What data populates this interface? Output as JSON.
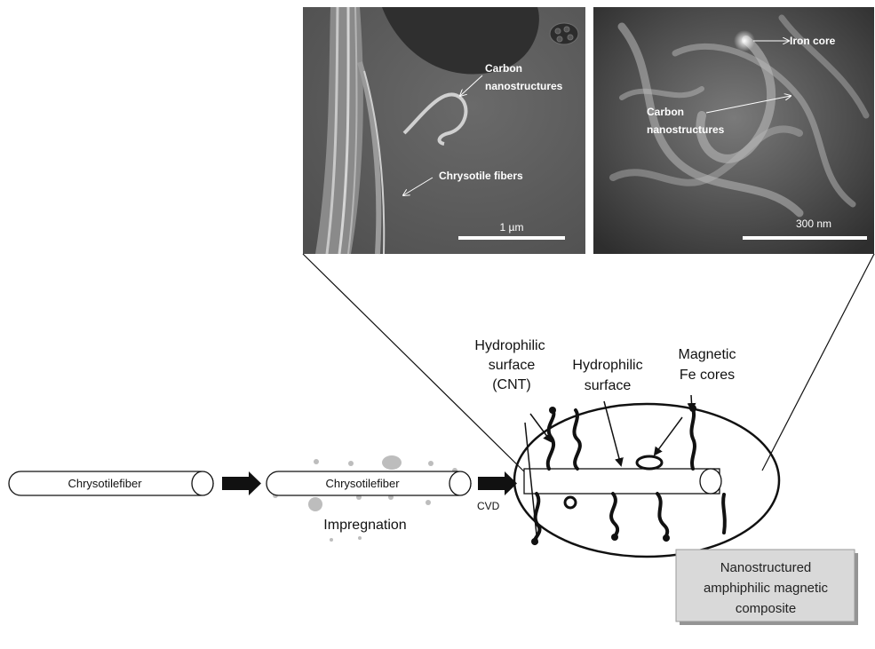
{
  "micrographs": {
    "left": {
      "label_carbon_1": "Carbon",
      "label_carbon_2": "nanostructures",
      "label_chrysotile": "Chrysotile fibers",
      "scale_label": "1 µm"
    },
    "right": {
      "label_iron_core": "Iron core",
      "label_carbon_1": "Carbon",
      "label_carbon_2": "nanostructures",
      "scale_label": "300 nm"
    }
  },
  "process": {
    "fiber1_label": "Chrysotilefiber",
    "fiber2_label": "Chrysotilefiber",
    "impregnation_label": "Impregnation",
    "cvd_label": "CVD"
  },
  "composite": {
    "hydrophilic_cnt_1": "Hydrophilic",
    "hydrophilic_cnt_2": "surface",
    "hydrophilic_cnt_3": "(CNT)",
    "hydrophilic_1": "Hydrophilic",
    "hydrophilic_2": "surface",
    "magnetic_1": "Magnetic",
    "magnetic_2": "Fe cores"
  },
  "result_box": {
    "line1": "Nanostructured",
    "line2": "amphiphilic magnetic",
    "line3": "composite"
  },
  "colors": {
    "sem_gray": "#5f5f5f",
    "sem_dark": "#3a3a3a",
    "box_fill": "#d9d9d9",
    "particle": "#bdbdbd"
  }
}
